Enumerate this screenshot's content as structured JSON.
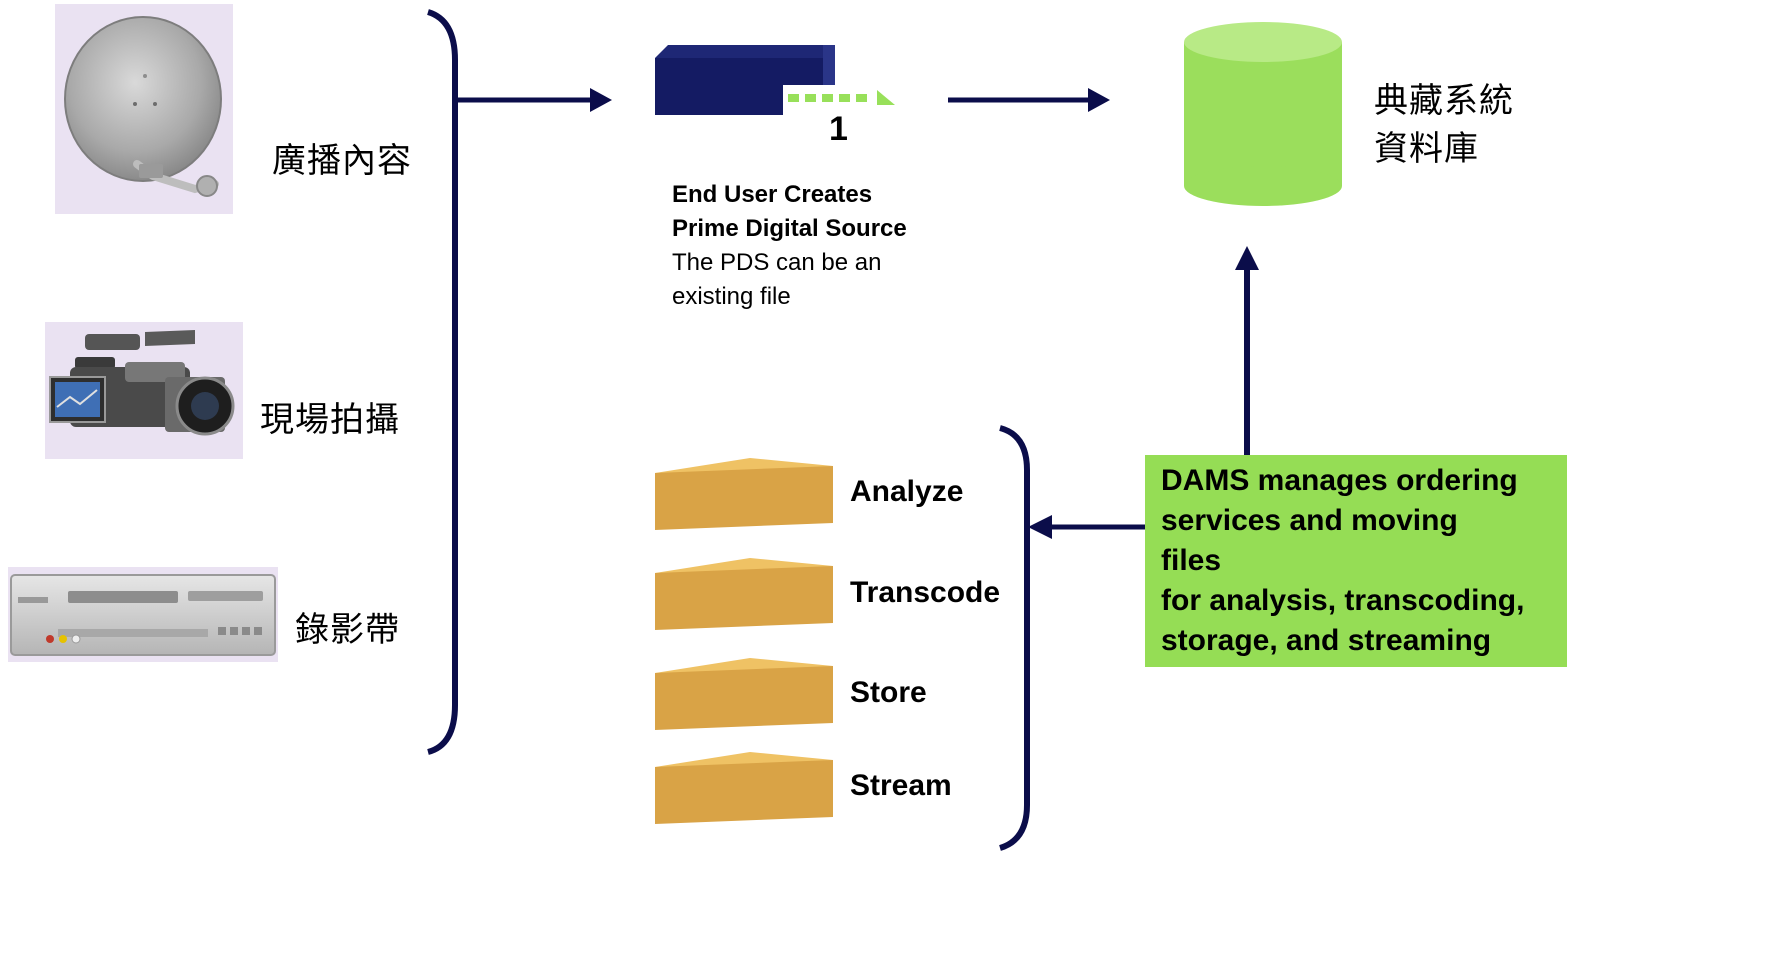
{
  "sources": [
    {
      "id": "broadcast",
      "label": "廣播內容",
      "icon": "satellite-dish-icon"
    },
    {
      "id": "field",
      "label": "現場拍攝",
      "icon": "camcorder-icon"
    },
    {
      "id": "tape",
      "label": "錄影帶",
      "icon": "vcr-icon"
    }
  ],
  "pds": {
    "step_number": "1",
    "title_line1": "End User Creates",
    "title_line2": "Prime Digital Source",
    "desc_line1": "The PDS can be an",
    "desc_line2": "existing file"
  },
  "archive": {
    "line1": "典藏系統",
    "line2": "資料庫",
    "icon": "database-cylinder-icon"
  },
  "services": [
    "Analyze",
    "Transcode",
    "Store",
    "Stream"
  ],
  "dams": {
    "lines": [
      "DAMS manages ordering",
      "services and moving",
      "files",
      "for analysis, transcoding,",
      "storage, and streaming"
    ]
  },
  "colors": {
    "connector": "#0b0d4a",
    "database": "#9bde5c",
    "dams_box": "#95dd55",
    "service_box": "#d9a346",
    "source_bg": "#eae2f2",
    "device": "#141b63"
  }
}
